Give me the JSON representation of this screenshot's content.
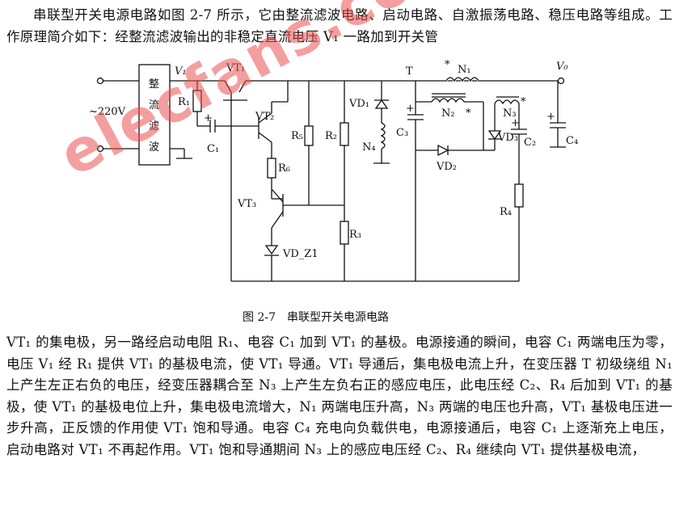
{
  "paragraph_top": "串联型开关电源电路如图 2-7 所示，它由整流滤波电路、启动电路、自激振荡电路、稳压电路等组成。工作原理简介如下：经整流滤波输出的非稳定直流电压 V₁ 一路加到开关管",
  "paragraph_bottom": "VT₁ 的集电极，另一路经启动电阻 R₁、电容 C₁ 加到 VT₁ 的基极。电源接通的瞬间，电容 C₁ 两端电压为零，电压 V₁ 经 R₁ 提供 VT₁ 的基极电流，使 VT₁ 导通。VT₁ 导通后，集电极电流上升，在变压器 T 初级绕组 N₁ 上产生左正右负的电压，经变压器耦合至 N₃ 上产生左负右正的感应电压，此电压经 C₂、R₄ 后加到 VT₁ 的基极，使 VT₁ 的基极电位上升，集电极电流增大，N₁ 两端电压升高，N₃ 两端的电压也升高，VT₁ 基极电压进一步升高，正反馈的作用使 VT₁ 饱和导通。电容 C₄ 充电向负载供电，电源接通后，电容 C₁ 上逐渐充上电压，启动电路对 VT₁ 不再起作用。VT₁ 饱和导通期间 N₃ 上的感应电压经 C₂、R₄ 继续向 VT₁ 提供基极电流，",
  "figure": {
    "caption_number": "图 2-7",
    "caption_title": "串联型开关电源电路",
    "ac_input": "~220V",
    "rectifier_label": [
      "整",
      "流",
      "滤",
      "波"
    ],
    "labels": {
      "v1": "V₁",
      "vo": "V₀",
      "vt1": "VT₁",
      "vt2": "VT₂",
      "vt3": "VT₃",
      "r1": "R₁",
      "r2": "R₂",
      "r3": "R₃",
      "r4": "R₄",
      "r5": "R₅",
      "r6": "R₆",
      "c1": "C₁",
      "c2": "C₂",
      "c3": "C₃",
      "c4": "C₄",
      "t": "T",
      "n1": "N₁",
      "n2": "N₂",
      "n3": "N₃",
      "n4": "N₄",
      "vd1": "VD₁",
      "vd2": "VD₂",
      "vd3": "VD₃",
      "vdz1": "VD_Z1",
      "dot": "*",
      "plus": "+"
    }
  },
  "watermark": "elecfans.com"
}
